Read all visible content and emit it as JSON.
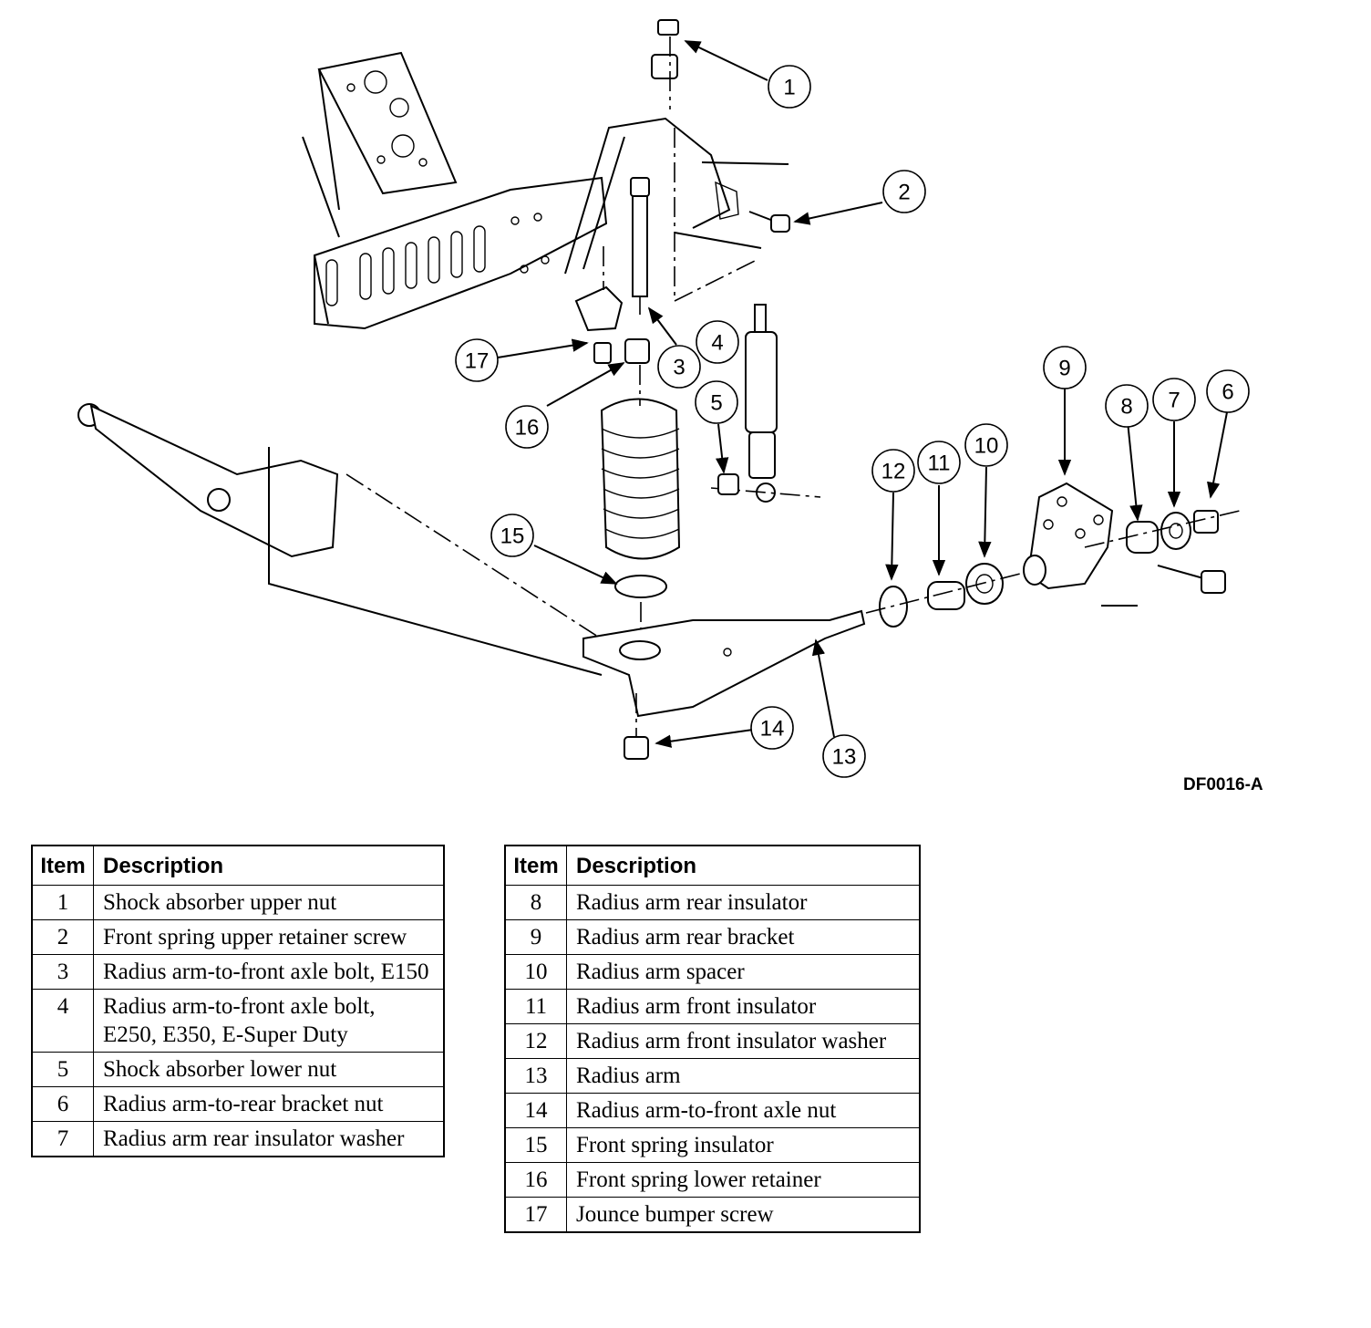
{
  "figure": {
    "reference_code": "DF0016-A",
    "callouts": [
      "1",
      "2",
      "3",
      "4",
      "5",
      "6",
      "7",
      "8",
      "9",
      "10",
      "11",
      "12",
      "13",
      "14",
      "15",
      "16",
      "17"
    ]
  },
  "table_headers": {
    "item": "Item",
    "description": "Description"
  },
  "left_table": [
    {
      "item": "1",
      "description": "Shock absorber upper nut"
    },
    {
      "item": "2",
      "description": "Front spring upper retainer screw"
    },
    {
      "item": "3",
      "description": "Radius arm-to-front axle bolt, E150"
    },
    {
      "item": "4",
      "description": "Radius arm-to-front axle bolt, E250, E350, E-Super Duty"
    },
    {
      "item": "5",
      "description": "Shock absorber lower nut"
    },
    {
      "item": "6",
      "description": "Radius arm-to-rear bracket nut"
    },
    {
      "item": "7",
      "description": "Radius arm rear insulator washer"
    }
  ],
  "right_table": [
    {
      "item": "8",
      "description": "Radius arm rear insulator"
    },
    {
      "item": "9",
      "description": "Radius arm rear bracket"
    },
    {
      "item": "10",
      "description": "Radius arm spacer"
    },
    {
      "item": "11",
      "description": "Radius arm front insulator"
    },
    {
      "item": "12",
      "description": "Radius arm front insulator washer"
    },
    {
      "item": "13",
      "description": "Radius arm"
    },
    {
      "item": "14",
      "description": "Radius arm-to-front axle nut"
    },
    {
      "item": "15",
      "description": "Front spring insulator"
    },
    {
      "item": "16",
      "description": "Front spring lower retainer"
    },
    {
      "item": "17",
      "description": "Jounce bumper screw"
    }
  ]
}
